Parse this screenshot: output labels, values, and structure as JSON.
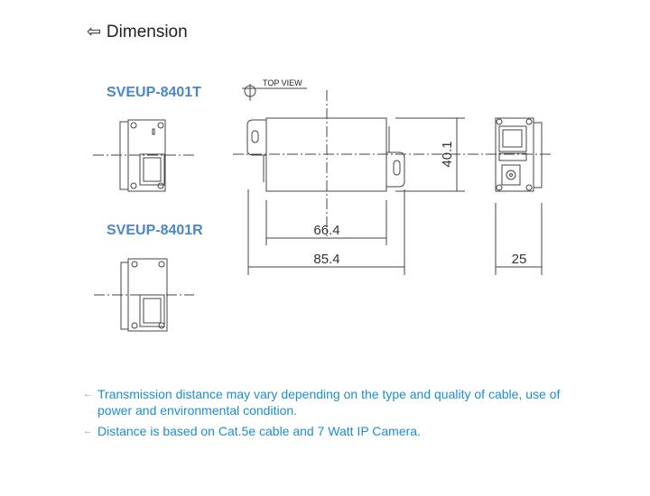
{
  "header": {
    "title": "Dimension",
    "icon": "arrow-left-outline-icon"
  },
  "models": [
    "SVEUP-8401T",
    "SVEUP-8401R"
  ],
  "drawing": {
    "top_view_label": "TOP VIEW",
    "dimensions": {
      "height": "40.1",
      "body_length": "66.4",
      "total_length": "85.4",
      "width": "25"
    }
  },
  "notes": [
    "Transmission distance may vary depending on the type and quality of cable, use of power and environmental condition.",
    "Distance is based on Cat.5e cable and 7 Watt IP Camera."
  ]
}
